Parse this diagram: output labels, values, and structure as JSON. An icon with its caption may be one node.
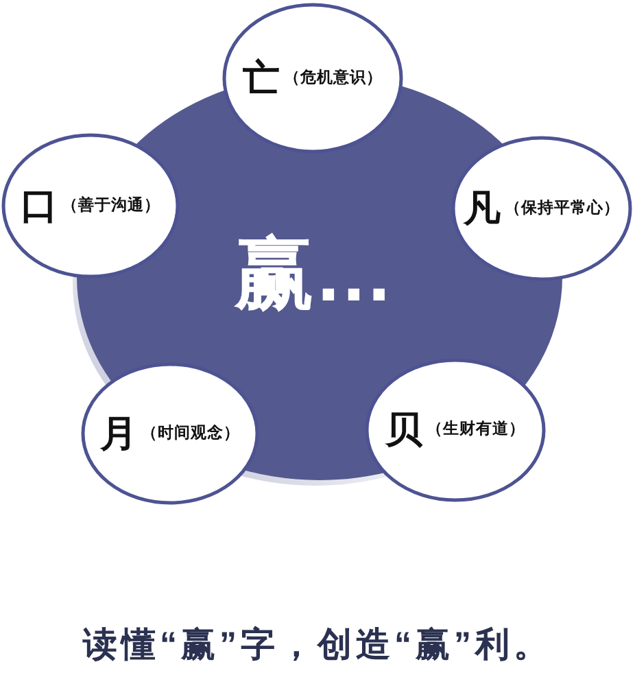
{
  "diagram": {
    "caption": "读懂“赢”字，创造“赢”利。",
    "nodes": [
      {
        "text": [
          "赢…"
        ]
      },
      {
        "text": [
          "亡",
          "（危机意识）"
        ]
      },
      {
        "text": [
          "口",
          "（善于沟通）"
        ]
      },
      {
        "text": [
          "凡",
          "（保持平常心）"
        ]
      },
      {
        "text": [
          "月",
          "（时间观念）"
        ]
      },
      {
        "text": [
          "贝",
          "（生财有道）"
        ]
      }
    ]
  }
}
